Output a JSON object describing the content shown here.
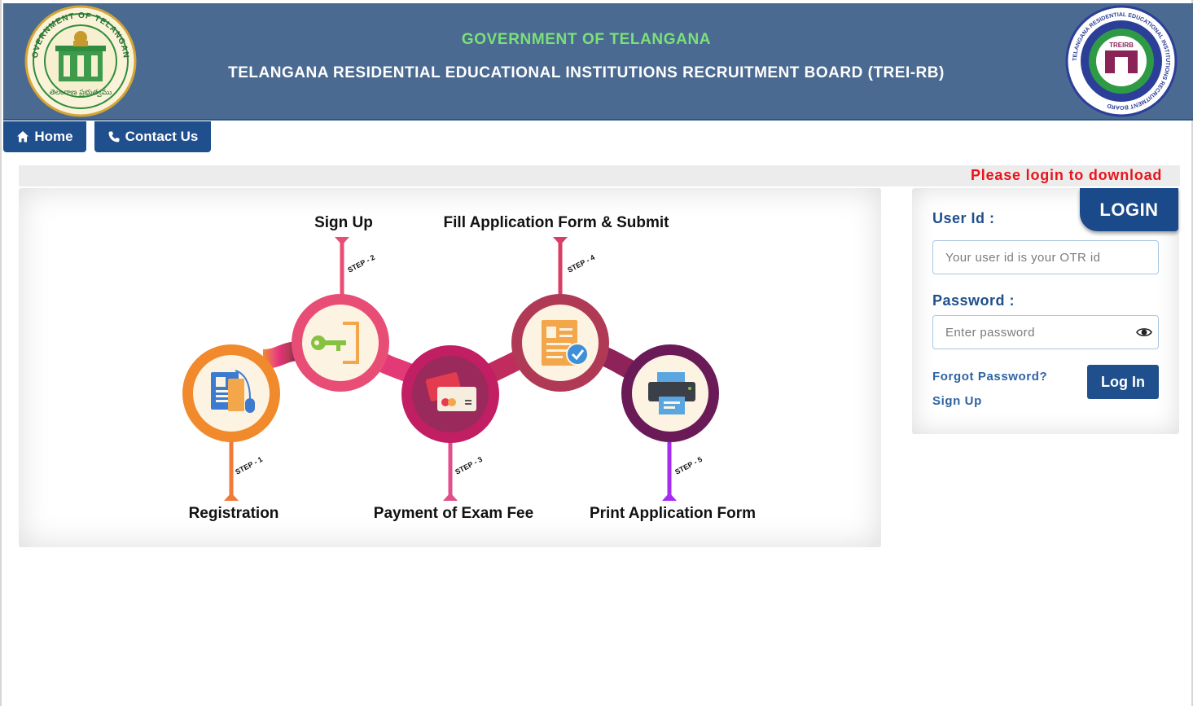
{
  "header": {
    "government": "GOVERNMENT OF TELANGANA",
    "board": "TELANGANA RESIDENTIAL EDUCATIONAL INSTITUTIONS RECRUITMENT BOARD (TREI-RB)",
    "left_logo": {
      "ring_text": "GOVERNMENT OF TELANGANA",
      "bottom_text": "తెలంగాణ ప్రభుత్వము"
    },
    "right_logo": {
      "ring_text": "TELANGANA RESIDENTIAL EDUCATIONAL INSTITUTIONS RECRUITMENT BOARD",
      "center_text": "TREIRB"
    }
  },
  "nav": {
    "home": {
      "label": "Home",
      "icon": "home-icon"
    },
    "contact": {
      "label": "Contact Us",
      "icon": "phone-icon"
    }
  },
  "marquee": "Please login to download",
  "steps": [
    {
      "tag": "STEP - 1",
      "title": "Registration",
      "icon": "registration-icon"
    },
    {
      "tag": "STEP - 2",
      "title": "Sign Up",
      "icon": "key-icon"
    },
    {
      "tag": "STEP - 3",
      "title": "Payment of Exam Fee",
      "icon": "credit-card-icon"
    },
    {
      "tag": "STEP - 4",
      "title": "Fill Application Form & Submit",
      "icon": "form-check-icon"
    },
    {
      "tag": "STEP - 5",
      "title": "Print Application Form",
      "icon": "printer-icon"
    }
  ],
  "login": {
    "tag": "LOGIN",
    "user_label": "User Id :",
    "user_placeholder": "Your user id is your OTR id",
    "pass_label": "Password :",
    "pass_placeholder": "Enter password",
    "forgot": "Forgot Password?",
    "signup": "Sign Up",
    "submit": "Log In"
  },
  "colors": {
    "header_bg": "#4a6a91",
    "nav_bg": "#1f4f8c",
    "alert": "#e8141b",
    "step1": "#f08a2c",
    "step2": "#e84d76",
    "step3": "#c21e63",
    "step4": "#b03a55",
    "step5": "#6a1a57"
  }
}
